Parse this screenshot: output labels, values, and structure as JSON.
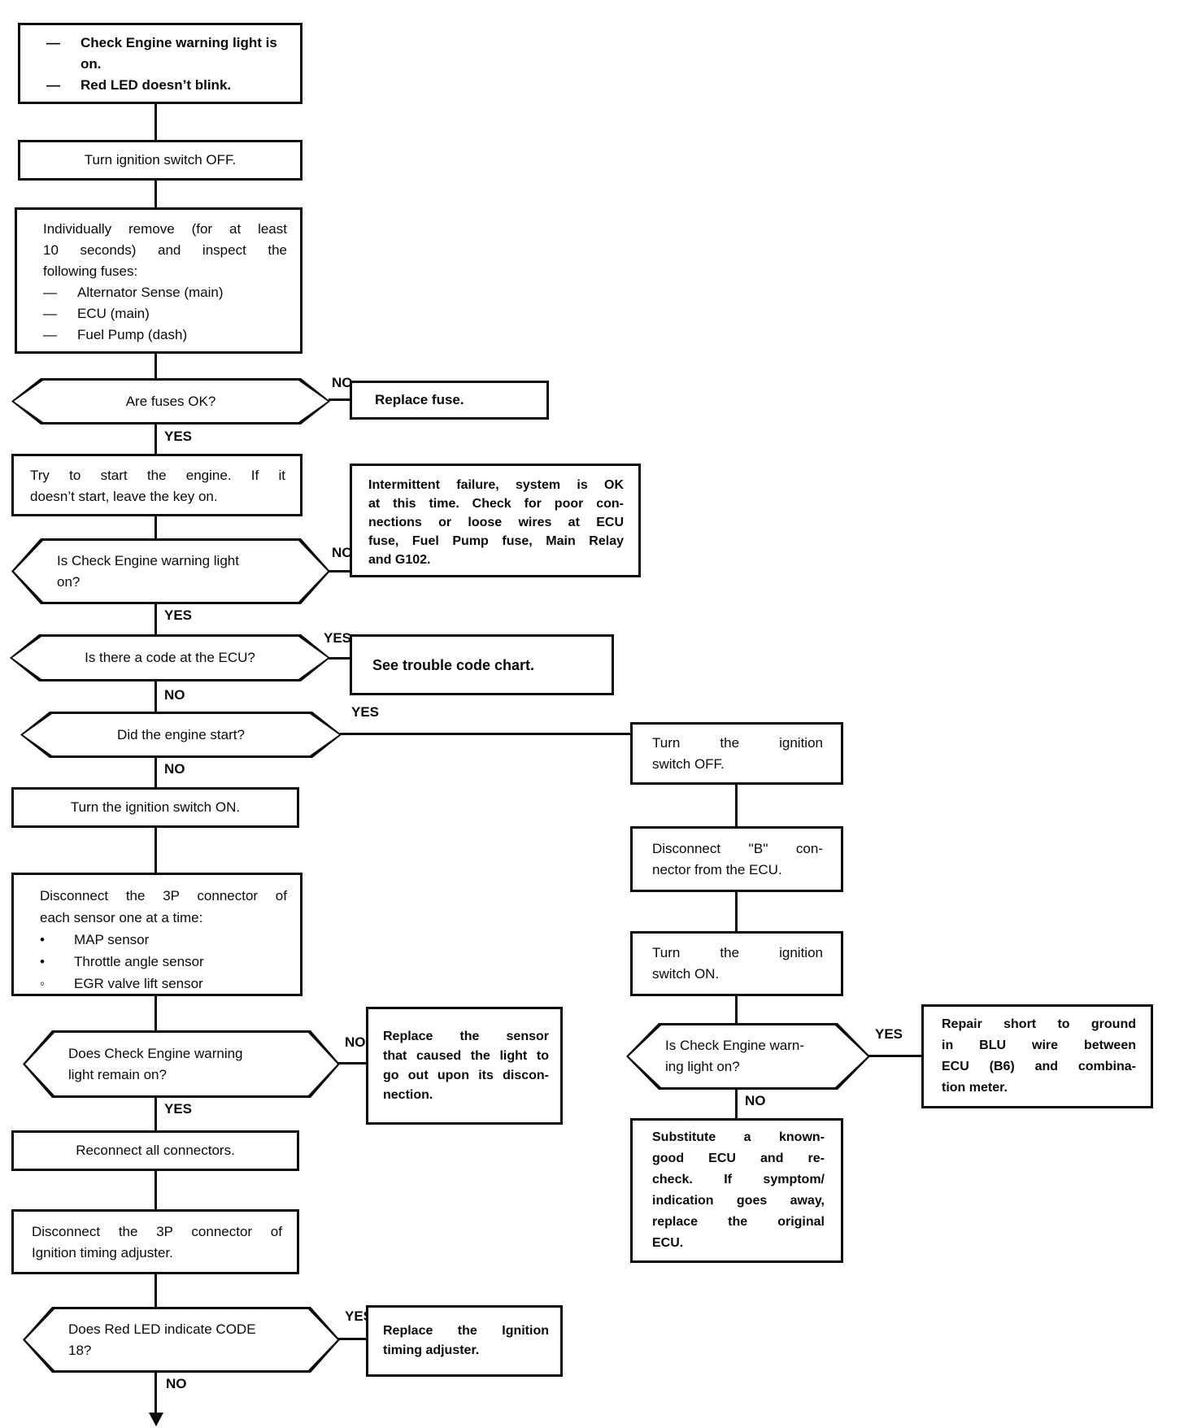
{
  "labels": {
    "yes": "YES",
    "no": "NO"
  },
  "nodes": {
    "start": {
      "items": [
        {
          "marker": "—",
          "lines": [
            "Check Engine warning light is",
            "on."
          ]
        },
        {
          "marker": "—",
          "lines": [
            "Red LED doesn’t blink."
          ]
        }
      ]
    },
    "ignition_off": {
      "text": "Turn ignition switch OFF."
    },
    "fuses": {
      "lines": [
        "Individually remove (for at least",
        "10 seconds) and inspect the",
        "following fuses:"
      ],
      "items": [
        {
          "marker": "—",
          "text": "Alternator Sense (main)"
        },
        {
          "marker": "—",
          "text": "ECU (main)"
        },
        {
          "marker": "—",
          "text": "Fuel Pump (dash)"
        }
      ]
    },
    "are_fuses_ok": {
      "text": "Are fuses OK?"
    },
    "replace_fuse": {
      "text": "Replace fuse."
    },
    "try_start": {
      "lines": [
        "Try to start the engine. If it",
        "doesn’t start, leave the key on."
      ]
    },
    "light_on": {
      "lines": [
        "Is Check Engine warning light",
        "on?"
      ]
    },
    "intermittent": {
      "lines": [
        "Intermittent failure, system is OK",
        "at this time. Check for poor con-",
        "nections or loose wires at ECU",
        "fuse, Fuel Pump fuse, Main Relay",
        "and G102."
      ]
    },
    "code_at_ecu": {
      "text": "Is there a code at the ECU?"
    },
    "see_chart": {
      "text": "See trouble code chart."
    },
    "engine_start": {
      "text": "Did the engine start?"
    },
    "ignition_on": {
      "text": "Turn the ignition switch ON."
    },
    "sensors": {
      "lines": [
        "Disconnect the 3P connector of",
        "each sensor one at a time:"
      ],
      "items": [
        {
          "marker": "•",
          "text": "MAP sensor"
        },
        {
          "marker": "•",
          "text": "Throttle angle sensor"
        },
        {
          "marker": "◦",
          "text": "EGR valve lift sensor"
        }
      ]
    },
    "light_remain": {
      "lines": [
        "Does Check Engine warning",
        "light remain on?"
      ]
    },
    "replace_sensor": {
      "lines": [
        "Replace the sensor",
        "that caused the light to",
        "go out upon its discon-",
        "nection."
      ]
    },
    "reconnect": {
      "text": "Reconnect all connectors."
    },
    "adjuster": {
      "lines": [
        "Disconnect the 3P connector of",
        "Ignition timing adjuster."
      ]
    },
    "code18": {
      "lines": [
        "Does Red LED indicate CODE",
        "18?"
      ]
    },
    "replace_adjuster": {
      "lines": [
        "Replace the Ignition",
        "timing adjuster."
      ]
    },
    "r_ignition_off": {
      "lines": [
        "Turn the ignition",
        "switch OFF."
      ]
    },
    "disconnect_b": {
      "lines": [
        "Disconnect ''B'' con-",
        "nector from the ECU."
      ]
    },
    "r_ignition_on": {
      "lines": [
        "Turn the ignition",
        "switch ON."
      ]
    },
    "r_light_on": {
      "lines": [
        "Is Check Engine warn-",
        "ing light on?"
      ]
    },
    "repair_short": {
      "lines": [
        "Repair short to ground",
        "in BLU wire between",
        "ECU (B6) and combina-",
        "tion meter."
      ]
    },
    "substitute": {
      "lines": [
        "Substitute a known-",
        "good ECU and re-",
        "check. If symptom/",
        "indication goes away,",
        "replace the original",
        "ECU."
      ]
    }
  }
}
